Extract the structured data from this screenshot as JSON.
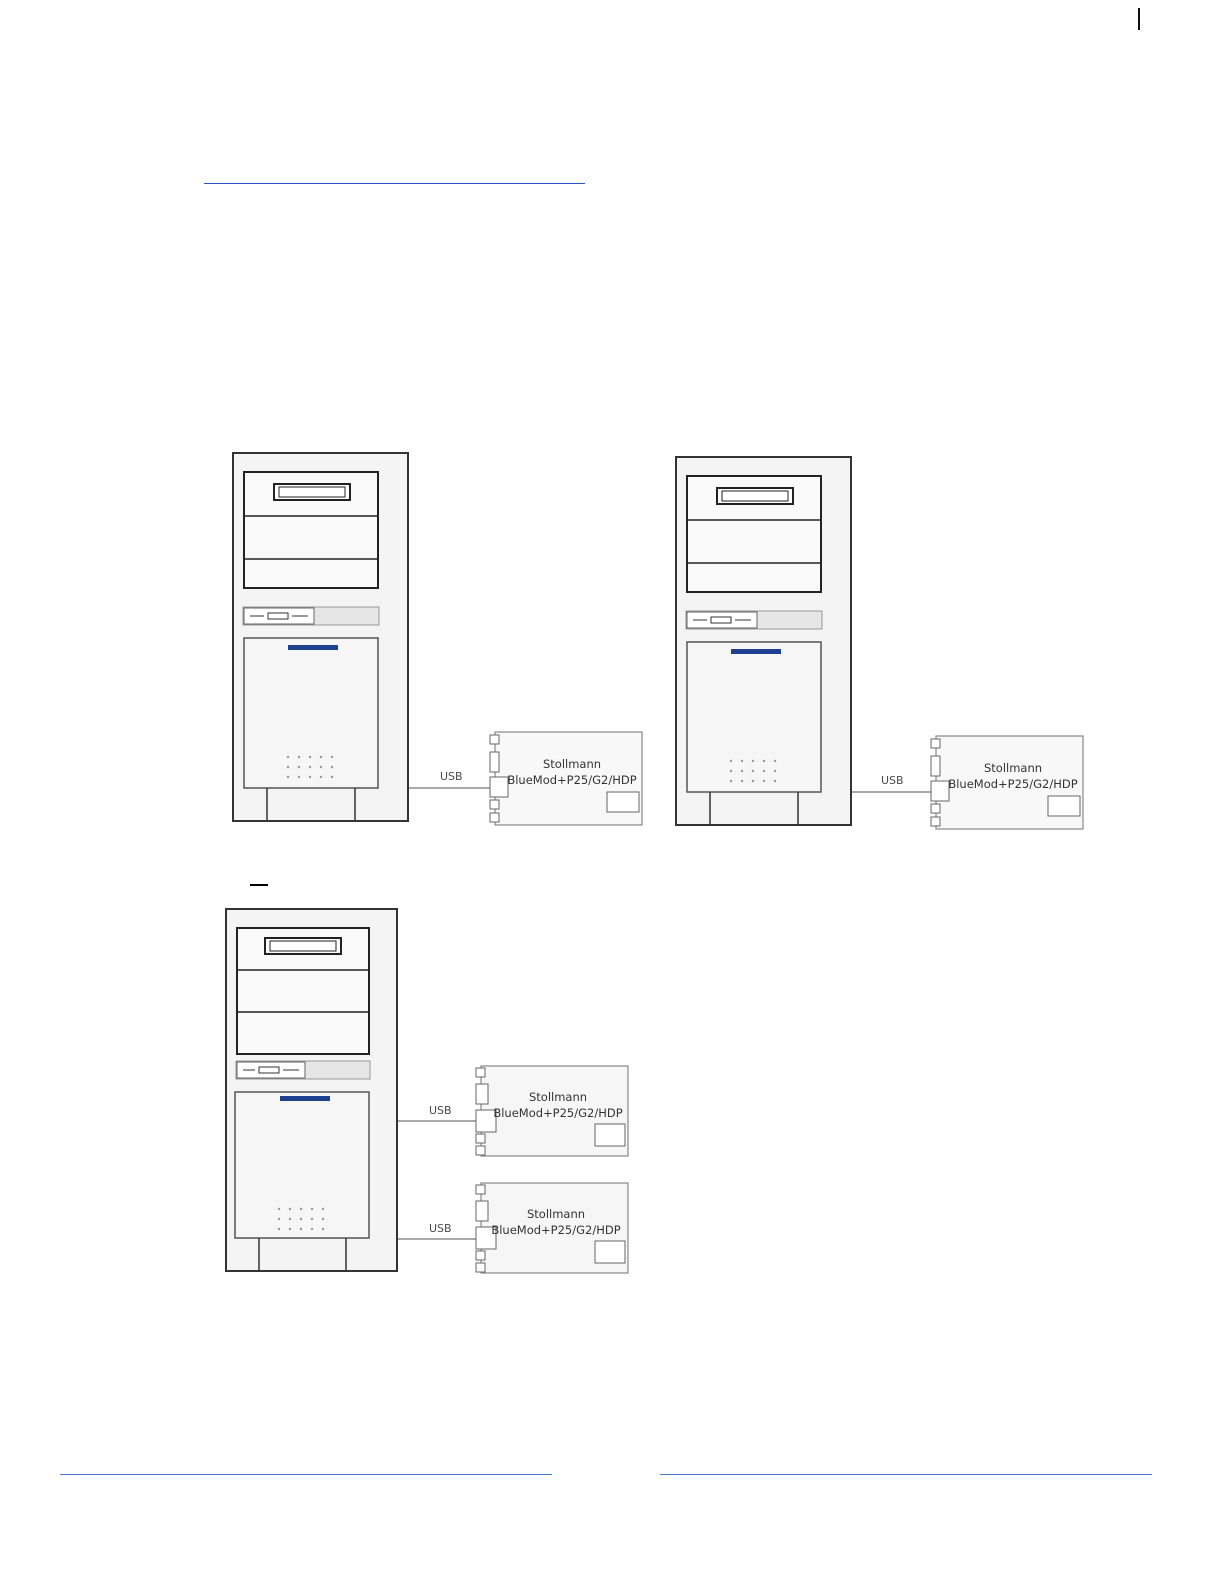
{
  "diagram": {
    "connection_label": "USB",
    "device_name_line1": "Stollmann",
    "device_name_line2": "BlueMod+P25/G2/HDP"
  },
  "groups": [
    {
      "computers": 1,
      "devices": 1
    },
    {
      "computers": 1,
      "devices": 1
    },
    {
      "computers": 1,
      "devices": 2
    }
  ],
  "colors": {
    "link": "#2b53c9",
    "power_led": "#1f3f8f",
    "tower_fill": "#f4f4f4",
    "outline": "#333333"
  }
}
